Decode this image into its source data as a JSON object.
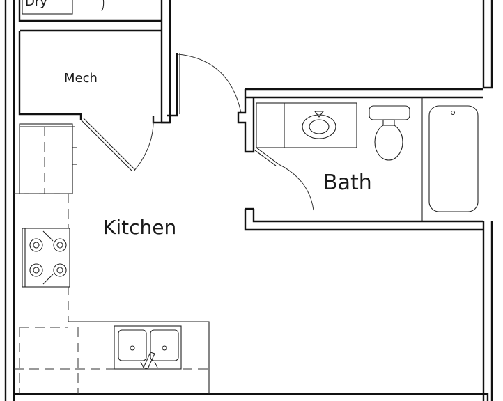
{
  "rooms": {
    "dry": "Dry",
    "mech": "Mech",
    "bath": "Bath",
    "kitchen": "Kitchen"
  },
  "colors": {
    "wall": "#111111",
    "background": "#ffffff"
  }
}
